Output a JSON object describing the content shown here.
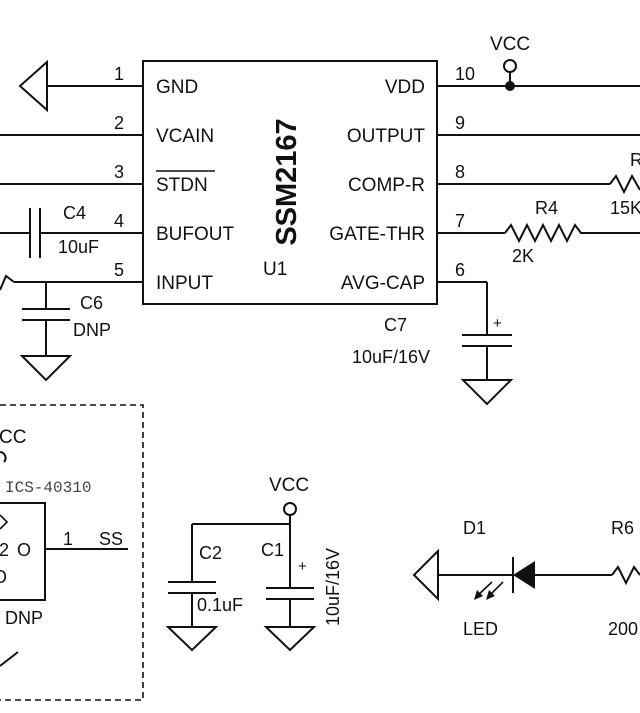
{
  "ic": {
    "name": "SSM2167",
    "ref": "U1",
    "left_pins": [
      {
        "num": "1",
        "label": "GND"
      },
      {
        "num": "2",
        "label": "VCAIN"
      },
      {
        "num": "3",
        "label": "STDN"
      },
      {
        "num": "4",
        "label": "BUFOUT"
      },
      {
        "num": "5",
        "label": "INPUT"
      }
    ],
    "right_pins": [
      {
        "num": "10",
        "label": "VDD"
      },
      {
        "num": "9",
        "label": "OUTPUT"
      },
      {
        "num": "8",
        "label": "COMP-R"
      },
      {
        "num": "7",
        "label": "GATE-THR"
      },
      {
        "num": "6",
        "label": "AVG-CAP"
      }
    ]
  },
  "supply": {
    "vcc_top": "VCC",
    "vcc_mic": "CC",
    "vcc_decoupling": "VCC"
  },
  "components": {
    "c4": {
      "ref": "C4",
      "value": "10uF"
    },
    "c6": {
      "ref": "C6",
      "value": "DNP"
    },
    "c7": {
      "ref": "C7",
      "value": "10uF/16V"
    },
    "r4": {
      "ref": "R4",
      "value": "2K"
    },
    "r_comp": {
      "ref": "R",
      "value": "15K"
    },
    "c2": {
      "ref": "C2",
      "value": "0.1uF"
    },
    "c1": {
      "ref": "C1",
      "value": "10uF/16V"
    },
    "d1": {
      "ref": "D1",
      "value": "LED"
    },
    "r6": {
      "ref": "R6",
      "value": "200"
    }
  },
  "mic": {
    "part": "ICS-40310",
    "pin_num": "1",
    "pin_label": "SS",
    "dnp": "DNP",
    "pins": [
      "2",
      "O",
      "O"
    ]
  },
  "polarity": {
    "c7": "+",
    "c1": "+"
  }
}
